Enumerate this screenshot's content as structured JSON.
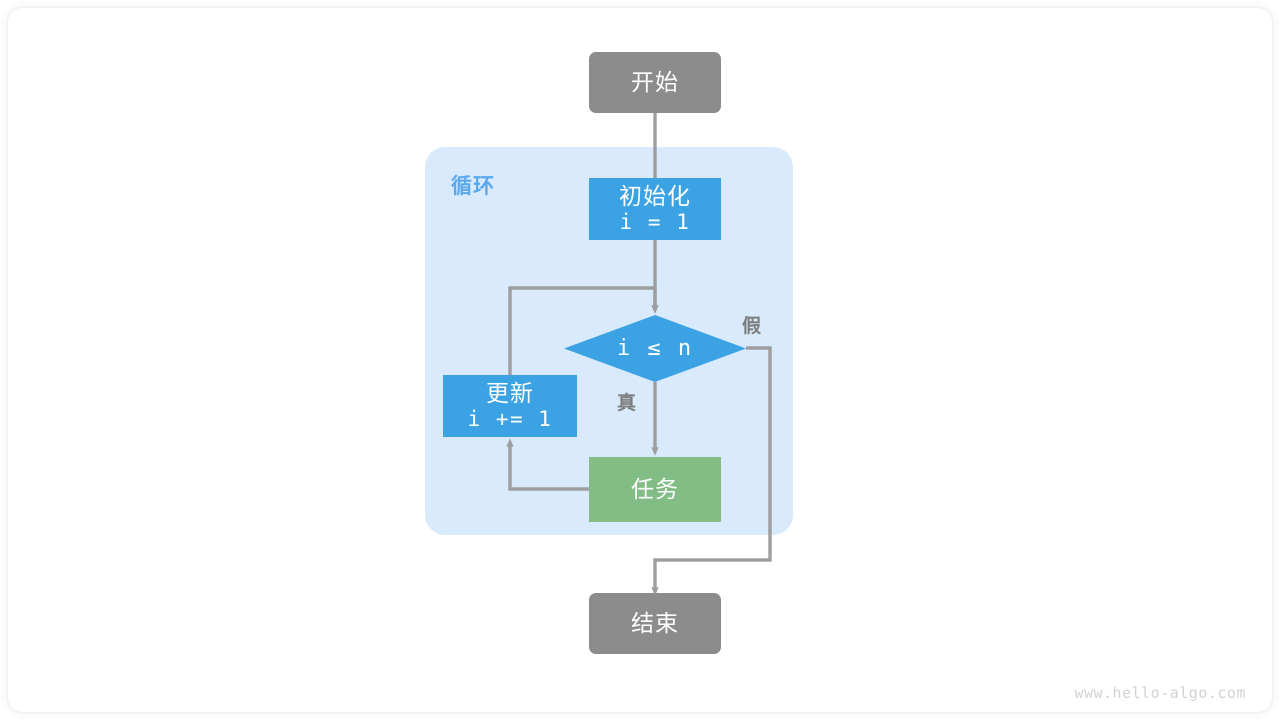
{
  "diagram": {
    "title": "for-loop-flowchart",
    "watermark": "www.hello-algo.com",
    "colors": {
      "terminal": "#8c8c8c",
      "process": "#3ba2e3",
      "task": "#82bd85",
      "loop_container": "#d8eafb",
      "loop_label": "#5aa9ef",
      "connector": "#9e9e9e",
      "node_text": "#ffffff",
      "edge_label": "#7d7d7d",
      "watermark": "#d2d2d2",
      "page_background": "#ffffff"
    },
    "loop_container": {
      "label": "循环"
    },
    "nodes": {
      "start": {
        "label": "开始",
        "shape": "terminal"
      },
      "init": {
        "label": "初始化",
        "expression": "i = 1",
        "shape": "process"
      },
      "condition": {
        "expression": "i ≤ n",
        "shape": "diamond"
      },
      "update": {
        "label": "更新",
        "expression": "i += 1",
        "shape": "process"
      },
      "task": {
        "label": "任务",
        "shape": "process"
      },
      "end": {
        "label": "结束",
        "shape": "terminal"
      }
    },
    "edge_labels": {
      "true": "真",
      "false": "假"
    }
  }
}
